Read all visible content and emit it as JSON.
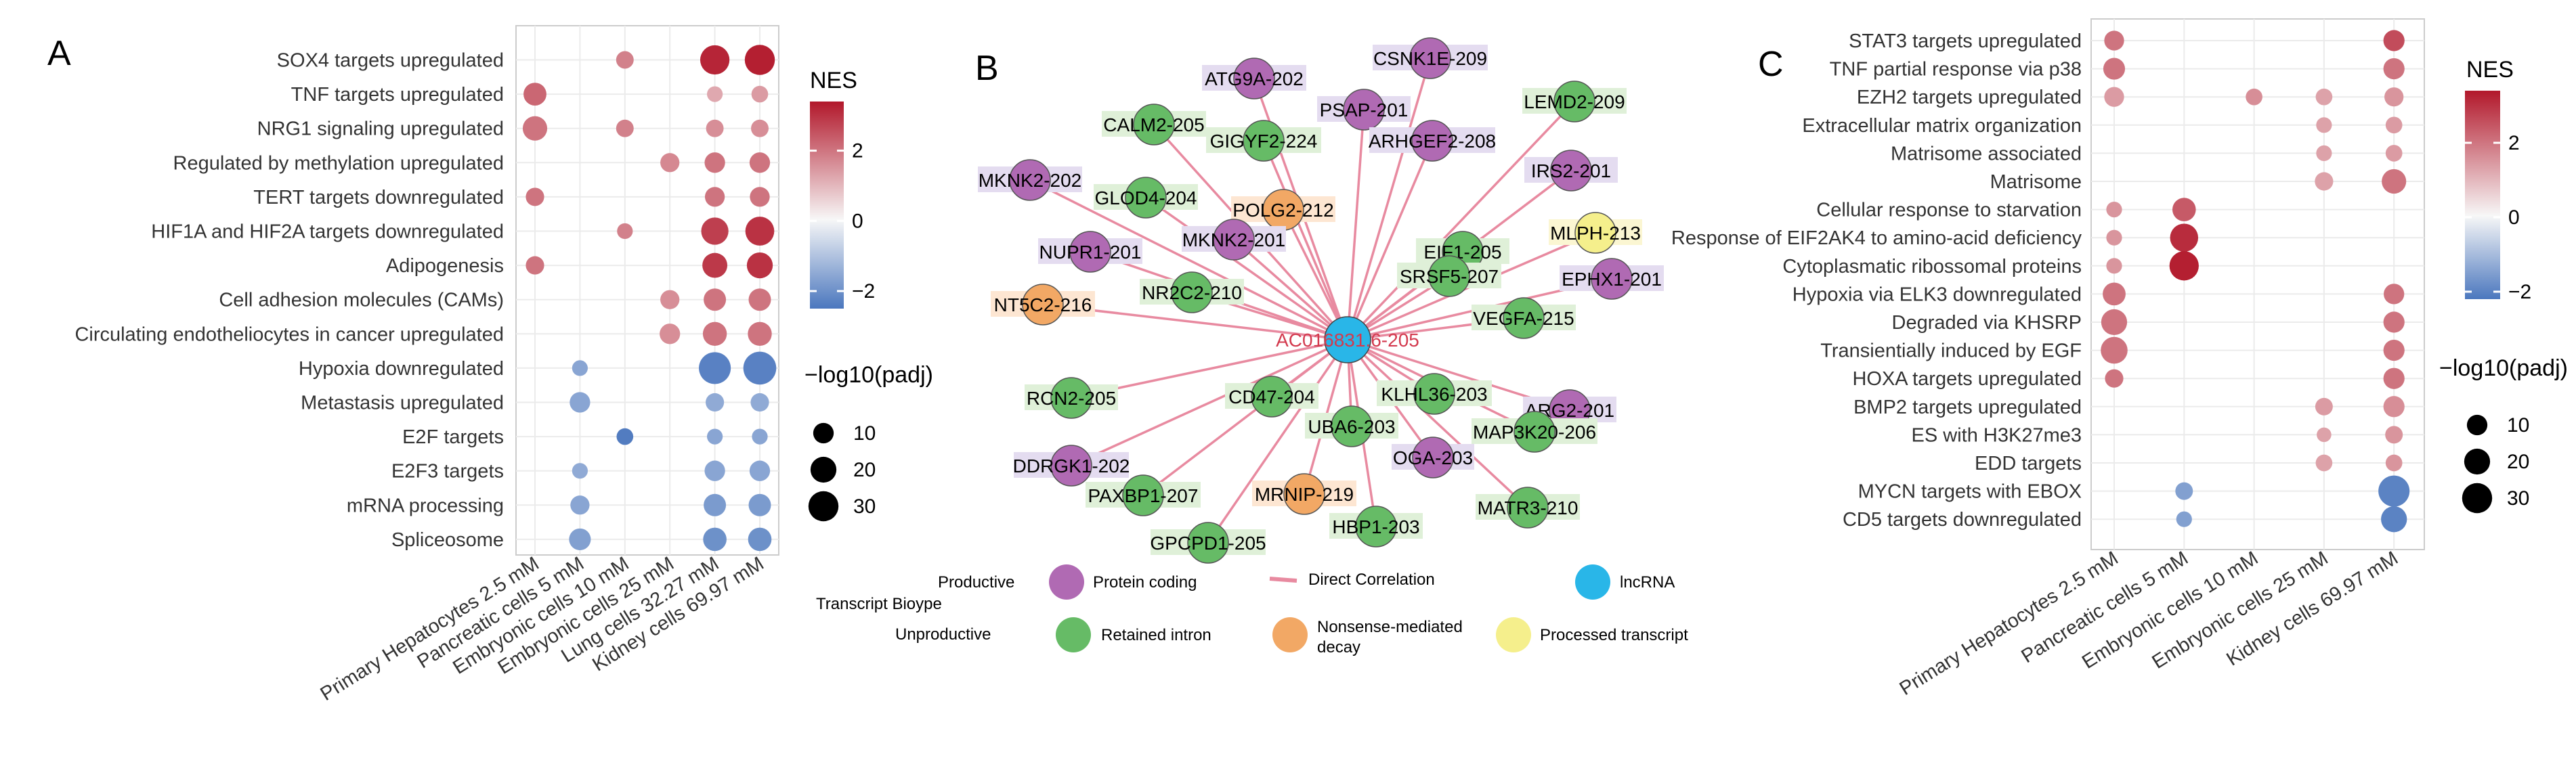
{
  "panels": {
    "a": "A",
    "b": "B",
    "c": "C"
  },
  "colors": {
    "nes_high": "#b2182b",
    "nes_mid": "#f7f7f7",
    "nes_low": "#4b77be",
    "protein_coding": "#b06ab3",
    "retained_intron": "#66bb66",
    "nmd": "#f2a865",
    "processed_transcript": "#f5ef8c",
    "lncrna": "#29b6e8",
    "edge": "#e88aa0"
  },
  "chart_data": [
    {
      "type": "scatter",
      "panel": "A",
      "x": [
        "Primary Hepatocytes 2.5 mM",
        "Pancreatic cells 5 mM",
        "Embryonic cells 10 mM",
        "Embryonic cells 25 mM",
        "Lung cells 32.27 mM",
        "Kidney cells 69.97 mM"
      ],
      "y": [
        "SOX4 targets upregulated",
        "TNF targets upregulated",
        "NRG1 signaling upregulated",
        "Regulated by methylation upregulated",
        "TERT targets downregulated",
        "HIF1A and HIF2A targets downregulated",
        "Adipogenesis",
        "Cell adhesion molecules (CAMs)",
        "Circulating endotheliocytes in cancer upregulated",
        "Hypoxia downregulated",
        "Metastasis upregulated",
        "E2F targets",
        "E2F3 targets",
        "mRNA processing",
        "Spliceosome"
      ],
      "points": [
        {
          "x": 2,
          "y": 0,
          "nes": 1.8,
          "padj": 6
        },
        {
          "x": 4,
          "y": 0,
          "nes": 3.2,
          "padj": 28
        },
        {
          "x": 5,
          "y": 0,
          "nes": 3.3,
          "padj": 30
        },
        {
          "x": 0,
          "y": 1,
          "nes": 2.2,
          "padj": 14
        },
        {
          "x": 4,
          "y": 1,
          "nes": 1.2,
          "padj": 4
        },
        {
          "x": 5,
          "y": 1,
          "nes": 1.4,
          "padj": 5
        },
        {
          "x": 0,
          "y": 2,
          "nes": 2.0,
          "padj": 17
        },
        {
          "x": 2,
          "y": 2,
          "nes": 1.8,
          "padj": 6
        },
        {
          "x": 4,
          "y": 2,
          "nes": 1.6,
          "padj": 6
        },
        {
          "x": 5,
          "y": 2,
          "nes": 1.6,
          "padj": 6
        },
        {
          "x": 3,
          "y": 3,
          "nes": 1.7,
          "padj": 8
        },
        {
          "x": 4,
          "y": 3,
          "nes": 2.0,
          "padj": 10
        },
        {
          "x": 5,
          "y": 3,
          "nes": 2.0,
          "padj": 10
        },
        {
          "x": 0,
          "y": 4,
          "nes": 2.0,
          "padj": 7
        },
        {
          "x": 4,
          "y": 4,
          "nes": 2.0,
          "padj": 9
        },
        {
          "x": 5,
          "y": 4,
          "nes": 2.0,
          "padj": 9
        },
        {
          "x": 2,
          "y": 5,
          "nes": 1.8,
          "padj": 4
        },
        {
          "x": 4,
          "y": 5,
          "nes": 2.8,
          "padj": 23
        },
        {
          "x": 5,
          "y": 5,
          "nes": 3.0,
          "padj": 27
        },
        {
          "x": 0,
          "y": 6,
          "nes": 2.0,
          "padj": 7
        },
        {
          "x": 4,
          "y": 6,
          "nes": 2.9,
          "padj": 18
        },
        {
          "x": 5,
          "y": 6,
          "nes": 3.0,
          "padj": 20
        },
        {
          "x": 3,
          "y": 7,
          "nes": 1.6,
          "padj": 8
        },
        {
          "x": 4,
          "y": 7,
          "nes": 2.0,
          "padj": 13
        },
        {
          "x": 5,
          "y": 7,
          "nes": 2.0,
          "padj": 13
        },
        {
          "x": 3,
          "y": 8,
          "nes": 1.6,
          "padj": 10
        },
        {
          "x": 4,
          "y": 8,
          "nes": 2.0,
          "padj": 16
        },
        {
          "x": 5,
          "y": 8,
          "nes": 2.0,
          "padj": 16
        },
        {
          "x": 1,
          "y": 9,
          "nes": -1.6,
          "padj": 4
        },
        {
          "x": 4,
          "y": 9,
          "nes": -2.3,
          "padj": 35
        },
        {
          "x": 5,
          "y": 9,
          "nes": -2.3,
          "padj": 38
        },
        {
          "x": 1,
          "y": 10,
          "nes": -1.6,
          "padj": 10
        },
        {
          "x": 4,
          "y": 10,
          "nes": -1.5,
          "padj": 7
        },
        {
          "x": 5,
          "y": 10,
          "nes": -1.5,
          "padj": 7
        },
        {
          "x": 2,
          "y": 11,
          "nes": -2.4,
          "padj": 5
        },
        {
          "x": 4,
          "y": 11,
          "nes": -1.6,
          "padj": 4
        },
        {
          "x": 5,
          "y": 11,
          "nes": -1.6,
          "padj": 4
        },
        {
          "x": 1,
          "y": 12,
          "nes": -1.5,
          "padj": 4
        },
        {
          "x": 4,
          "y": 12,
          "nes": -1.6,
          "padj": 10
        },
        {
          "x": 5,
          "y": 12,
          "nes": -1.6,
          "padj": 10
        },
        {
          "x": 1,
          "y": 13,
          "nes": -1.6,
          "padj": 8
        },
        {
          "x": 4,
          "y": 13,
          "nes": -1.8,
          "padj": 13
        },
        {
          "x": 5,
          "y": 13,
          "nes": -1.8,
          "padj": 13
        },
        {
          "x": 1,
          "y": 14,
          "nes": -1.7,
          "padj": 12
        },
        {
          "x": 4,
          "y": 14,
          "nes": -2.0,
          "padj": 15
        },
        {
          "x": 5,
          "y": 14,
          "nes": -2.0,
          "padj": 15
        }
      ],
      "nes_legend": {
        "title": "NES",
        "ticks": [
          2,
          0,
          -2
        ],
        "range": [
          -2.5,
          3.4
        ]
      },
      "size_legend": {
        "title": "−log10(padj)",
        "ticks": [
          10,
          20,
          30
        ]
      }
    },
    {
      "type": "scatter",
      "panel": "C",
      "x": [
        "Primary Hepatocytes 2.5 mM",
        "Pancreatic cells 5 mM",
        "Embryonic cells 10 mM",
        "Embryonic cells 25 mM",
        "Kidney cells 69.97 mM"
      ],
      "y": [
        "STAT3 targets upregulated",
        "TNF partial response via p38",
        "EZH2 targets upregulated",
        "Extracellular matrix organization",
        "Matrisome associated",
        "Matrisome",
        "Cellular response to starvation",
        "Response of EIF2AK4 to amino-acid deficiency",
        "Cytoplasmatic ribossomal proteins",
        "Hypoxia via ELK3 downregulated",
        "Degraded via KHSRP",
        "Transientially induced by EGF",
        "HOXA targets upregulated",
        "BMP2 targets upregulated",
        "ES with H3K27me3",
        "EDD targets",
        "MYCN targets with EBOX",
        "CD5 targets downregulated"
      ],
      "points": [
        {
          "x": 0,
          "y": 0,
          "nes": 2.0,
          "padj": 9
        },
        {
          "x": 4,
          "y": 0,
          "nes": 2.6,
          "padj": 11
        },
        {
          "x": 0,
          "y": 1,
          "nes": 2.0,
          "padj": 12
        },
        {
          "x": 4,
          "y": 1,
          "nes": 2.0,
          "padj": 11
        },
        {
          "x": 0,
          "y": 2,
          "nes": 1.4,
          "padj": 9
        },
        {
          "x": 2,
          "y": 2,
          "nes": 1.6,
          "padj": 5
        },
        {
          "x": 3,
          "y": 2,
          "nes": 1.3,
          "padj": 5
        },
        {
          "x": 4,
          "y": 2,
          "nes": 1.5,
          "padj": 8
        },
        {
          "x": 3,
          "y": 3,
          "nes": 1.3,
          "padj": 4
        },
        {
          "x": 4,
          "y": 3,
          "nes": 1.4,
          "padj": 5
        },
        {
          "x": 3,
          "y": 4,
          "nes": 1.3,
          "padj": 4
        },
        {
          "x": 4,
          "y": 4,
          "nes": 1.4,
          "padj": 5
        },
        {
          "x": 3,
          "y": 5,
          "nes": 1.3,
          "padj": 7
        },
        {
          "x": 4,
          "y": 5,
          "nes": 2.0,
          "padj": 17
        },
        {
          "x": 0,
          "y": 6,
          "nes": 1.5,
          "padj": 4
        },
        {
          "x": 1,
          "y": 6,
          "nes": 2.4,
          "padj": 15
        },
        {
          "x": 0,
          "y": 7,
          "nes": 1.5,
          "padj": 4
        },
        {
          "x": 1,
          "y": 7,
          "nes": 3.1,
          "padj": 25
        },
        {
          "x": 0,
          "y": 8,
          "nes": 1.5,
          "padj": 4
        },
        {
          "x": 1,
          "y": 8,
          "nes": 3.3,
          "padj": 28
        },
        {
          "x": 0,
          "y": 9,
          "nes": 2.0,
          "padj": 14
        },
        {
          "x": 4,
          "y": 9,
          "nes": 2.0,
          "padj": 10
        },
        {
          "x": 0,
          "y": 10,
          "nes": 2.0,
          "padj": 20
        },
        {
          "x": 4,
          "y": 10,
          "nes": 2.0,
          "padj": 11
        },
        {
          "x": 0,
          "y": 11,
          "nes": 2.0,
          "padj": 22
        },
        {
          "x": 4,
          "y": 11,
          "nes": 2.0,
          "padj": 11
        },
        {
          "x": 0,
          "y": 12,
          "nes": 2.0,
          "padj": 7
        },
        {
          "x": 4,
          "y": 12,
          "nes": 2.0,
          "padj": 11
        },
        {
          "x": 3,
          "y": 13,
          "nes": 1.4,
          "padj": 6
        },
        {
          "x": 4,
          "y": 13,
          "nes": 1.6,
          "padj": 11
        },
        {
          "x": 3,
          "y": 14,
          "nes": 1.3,
          "padj": 3
        },
        {
          "x": 4,
          "y": 14,
          "nes": 1.5,
          "padj": 6
        },
        {
          "x": 3,
          "y": 15,
          "nes": 1.3,
          "padj": 5
        },
        {
          "x": 4,
          "y": 15,
          "nes": 1.5,
          "padj": 5
        },
        {
          "x": 1,
          "y": 16,
          "nes": -1.5,
          "padj": 6
        },
        {
          "x": 4,
          "y": 16,
          "nes": -2.0,
          "padj": 33
        },
        {
          "x": 1,
          "y": 17,
          "nes": -1.5,
          "padj": 4
        },
        {
          "x": 4,
          "y": 17,
          "nes": -2.0,
          "padj": 20
        }
      ],
      "nes_legend": {
        "title": "NES",
        "ticks": [
          2,
          0,
          -2
        ],
        "range": [
          -2.2,
          3.4
        ]
      },
      "size_legend": {
        "title": "−log10(padj)",
        "ticks": [
          10,
          20,
          30
        ]
      }
    }
  ],
  "network": {
    "center": {
      "label": "AC016831.6-205",
      "type": "lncrna"
    },
    "nodes": [
      {
        "label": "CSNK1E-209",
        "type": "protein_coding"
      },
      {
        "label": "ATG9A-202",
        "type": "protein_coding"
      },
      {
        "label": "PSAP-201",
        "type": "protein_coding"
      },
      {
        "label": "LEMD2-209",
        "type": "retained_intron"
      },
      {
        "label": "CALM2-205",
        "type": "retained_intron"
      },
      {
        "label": "GIGYF2-224",
        "type": "retained_intron"
      },
      {
        "label": "ARHGEF2-208",
        "type": "protein_coding"
      },
      {
        "label": "MKNK2-202",
        "type": "protein_coding"
      },
      {
        "label": "IRS2-201",
        "type": "protein_coding"
      },
      {
        "label": "GLOD4-204",
        "type": "retained_intron"
      },
      {
        "label": "POLG2-212",
        "type": "nmd"
      },
      {
        "label": "EIF1-205",
        "type": "retained_intron"
      },
      {
        "label": "MKNK2-201",
        "type": "protein_coding"
      },
      {
        "label": "MLPH-213",
        "type": "processed_transcript"
      },
      {
        "label": "NUPR1-201",
        "type": "protein_coding"
      },
      {
        "label": "SRSF5-207",
        "type": "retained_intron"
      },
      {
        "label": "EPHX1-201",
        "type": "protein_coding"
      },
      {
        "label": "NR2C2-210",
        "type": "retained_intron"
      },
      {
        "label": "NT5C2-216",
        "type": "nmd"
      },
      {
        "label": "VEGFA-215",
        "type": "retained_intron"
      },
      {
        "label": "RCN2-205",
        "type": "retained_intron"
      },
      {
        "label": "ARG2-201",
        "type": "protein_coding"
      },
      {
        "label": "CD47-204",
        "type": "retained_intron"
      },
      {
        "label": "KLHL36-203",
        "type": "retained_intron"
      },
      {
        "label": "DDRGK1-202",
        "type": "protein_coding"
      },
      {
        "label": "UBA6-203",
        "type": "retained_intron"
      },
      {
        "label": "MAP3K20-206",
        "type": "retained_intron"
      },
      {
        "label": "OGA-203",
        "type": "protein_coding"
      },
      {
        "label": "PAXBP1-207",
        "type": "retained_intron"
      },
      {
        "label": "MRNIP-219",
        "type": "nmd"
      },
      {
        "label": "MATR3-210",
        "type": "retained_intron"
      },
      {
        "label": "HBP1-203",
        "type": "retained_intron"
      },
      {
        "label": "GPCPD1-205",
        "type": "retained_intron"
      }
    ],
    "legend": {
      "transcript_biotype": "Transcript Bioype",
      "productive": "Productive",
      "unproductive": "Unproductive",
      "protein_coding": "Protein coding",
      "direct_correlation": "Direct Correlation",
      "lncrna": "lncRNA",
      "retained_intron": "Retained intron",
      "nmd_line1": "Nonsense-mediated",
      "nmd_line2": "decay",
      "processed_transcript": "Processed transcript"
    }
  }
}
